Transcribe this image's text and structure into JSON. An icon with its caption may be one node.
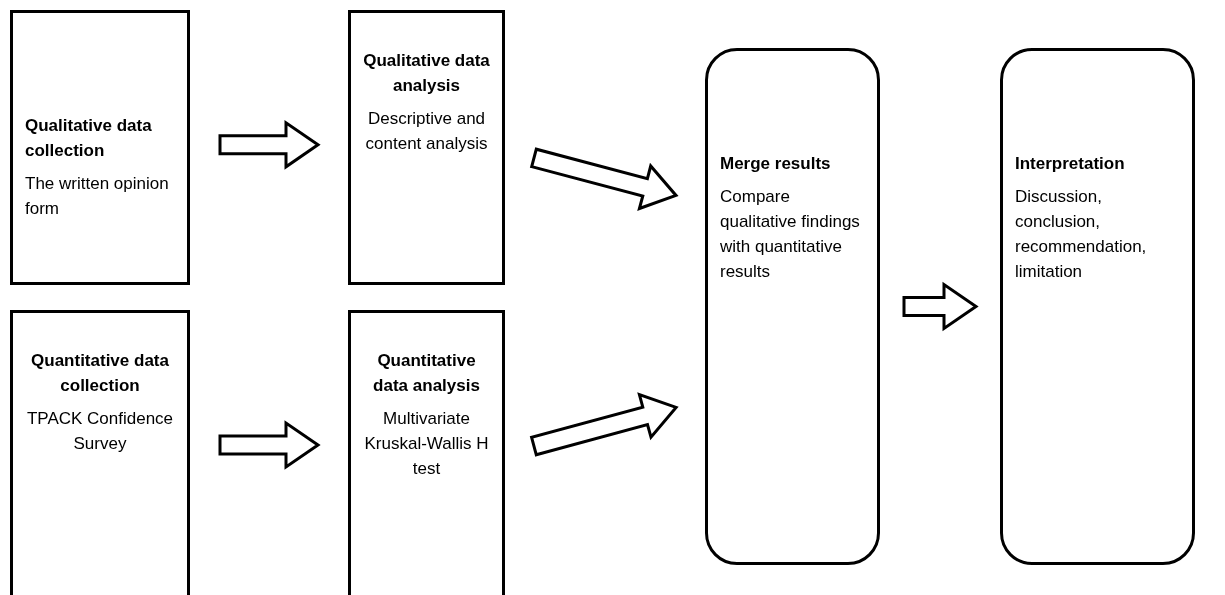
{
  "diagram": {
    "nodes": [
      {
        "text": [
          "Qualitative data collection",
          "The written opinion form"
        ]
      },
      {
        "text": [
          "Qualitative data analysis",
          "Descriptive and content analysis"
        ]
      },
      {
        "text": [
          "Quantitative data collection",
          "TPACK Confidence Survey"
        ]
      },
      {
        "text": [
          "Quantitative data analysis",
          "Multivariate Kruskal-Wallis H test"
        ]
      },
      {
        "text": [
          "Merge results",
          "Compare qualitative findings with quantitative results"
        ]
      },
      {
        "text": [
          "Interpretation",
          "Discussion, conclusion, recommendation, limitation"
        ]
      }
    ],
    "edges": [
      {
        "from": 0,
        "to": 1,
        "arrow": "to"
      },
      {
        "from": 2,
        "to": 3,
        "arrow": "to"
      },
      {
        "from": 1,
        "to": 4,
        "arrow": "to"
      },
      {
        "from": 3,
        "to": 4,
        "arrow": "to"
      },
      {
        "from": 4,
        "to": 5,
        "arrow": "to"
      }
    ]
  }
}
